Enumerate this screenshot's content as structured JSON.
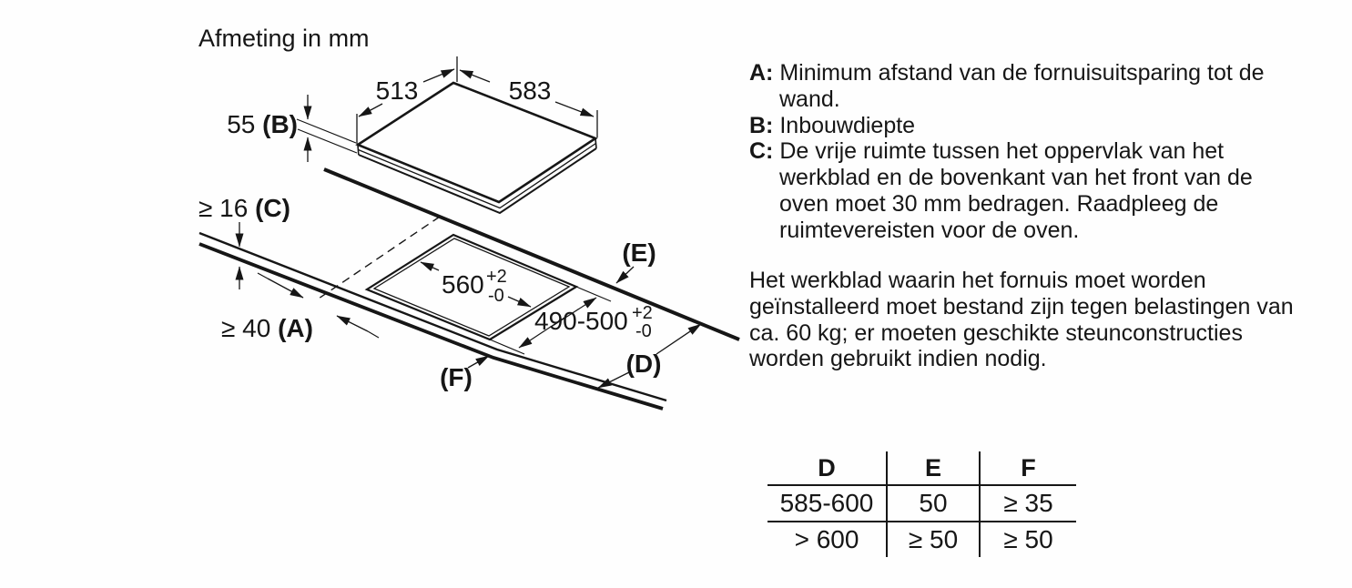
{
  "title": "Afmeting in mm",
  "colors": {
    "ink": "#161616",
    "background": "#ffffff"
  },
  "diagram": {
    "labels": {
      "dim_513": "513",
      "dim_583": "583",
      "dim_55_prefix": "55 ",
      "dim_55_ref": "(B)",
      "dim_c_prefix": "≥ 16 ",
      "dim_c_ref": "(C)",
      "dim_a_prefix": "≥ 40 ",
      "dim_a_ref": "(A)",
      "dim_560": "560",
      "dim_490": "490-500",
      "tol_plus": "+2",
      "tol_minus": "-0",
      "ref_e": "(E)",
      "ref_d": "(D)",
      "ref_f": "(F)"
    }
  },
  "notes": {
    "items": [
      {
        "label": "A:",
        "text": "Minimum afstand van de fornuisuitsparing tot de wand."
      },
      {
        "label": "B:",
        "text": "Inbouwdiepte"
      },
      {
        "label": "C:",
        "text": "De vrije ruimte tussen het oppervlak van het werkblad en de bovenkant van het front van de oven moet 30 mm bedragen. Raadpleeg de ruimtevereisten voor de oven."
      }
    ],
    "paragraph": "Het werkblad waarin het fornuis moet worden geïnstalleerd moet bestand zijn tegen belastingen van ca. 60 kg; er moeten geschikte steunconstructies worden gebruikt indien nodig."
  },
  "table": {
    "headers": [
      "D",
      "E",
      "F"
    ],
    "rows": [
      [
        "585-600",
        "50",
        "≥ 35"
      ],
      [
        "> 600",
        "≥ 50",
        "≥ 50"
      ]
    ]
  }
}
